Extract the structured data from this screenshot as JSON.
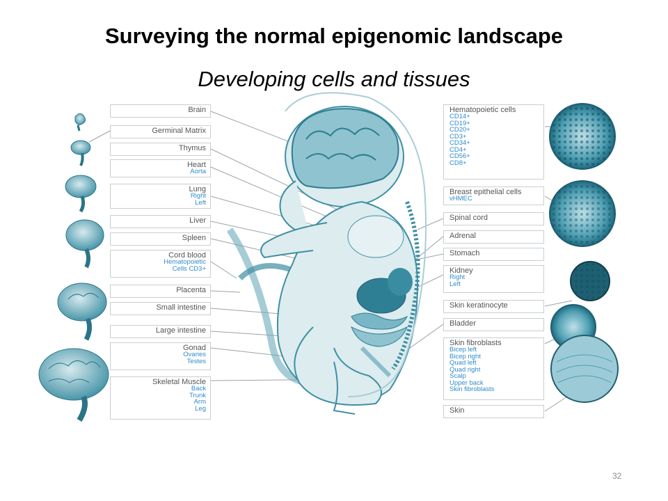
{
  "title": "Surveying the normal epigenomic landscape",
  "subtitle": "Developing cells and tissues",
  "page_number": "32",
  "colors": {
    "illustration": "#3f8fa3",
    "illustration_light": "#c9e2e8",
    "label_border": "#c9ced2",
    "sublabel": "#2e8bc8"
  },
  "left_labels": [
    {
      "main": "Brain",
      "sub": []
    },
    {
      "main": "Germinal Matrix",
      "sub": []
    },
    {
      "main": "Thymus",
      "sub": []
    },
    {
      "main": "Heart",
      "sub": [
        "Aorta"
      ]
    },
    {
      "main": "Lung",
      "sub": [
        "Right",
        "Left"
      ]
    },
    {
      "main": "Liver",
      "sub": []
    },
    {
      "main": "Spleen",
      "sub": []
    },
    {
      "main": "Cord blood",
      "sub": [
        "Hematopoietic",
        "Cells CD3+"
      ]
    },
    {
      "main": "Placenta",
      "sub": []
    },
    {
      "main": "Small intestine",
      "sub": []
    },
    {
      "main": "Large intestine",
      "sub": []
    },
    {
      "main": "Gonad",
      "sub": [
        "Ovaries",
        "Testes"
      ]
    },
    {
      "main": "Skeletal Muscle",
      "sub": [
        "Back",
        "Trunk",
        "Arm",
        "Leg"
      ]
    }
  ],
  "right_labels": [
    {
      "main": "Hematopoietic cells",
      "sub": [
        "CD14+",
        "CD19+",
        "CD20+",
        "CD3+",
        "CD34+",
        "CD4+",
        "CD56+",
        "CD8+"
      ]
    },
    {
      "main": "Breast epithelial cells",
      "sub": [
        "vHMEC"
      ]
    },
    {
      "main": "Spinal cord",
      "sub": []
    },
    {
      "main": "Adrenal",
      "sub": []
    },
    {
      "main": "Stomach",
      "sub": []
    },
    {
      "main": "Kidney",
      "sub": [
        "Right",
        "Left"
      ]
    },
    {
      "main": "Skin keratinocyte",
      "sub": []
    },
    {
      "main": "Bladder",
      "sub": []
    },
    {
      "main": "Skin fibroblasts",
      "sub": [
        "Bicep left",
        "Bicep right",
        "Quad left",
        "Quad right",
        "Scalp",
        "Upper back",
        "Skin fibroblasts"
      ]
    },
    {
      "main": "Skin",
      "sub": []
    }
  ],
  "icons": [
    "developing-brain-stage-icon",
    "fetus-illustration",
    "cell-micrograph-icon"
  ]
}
